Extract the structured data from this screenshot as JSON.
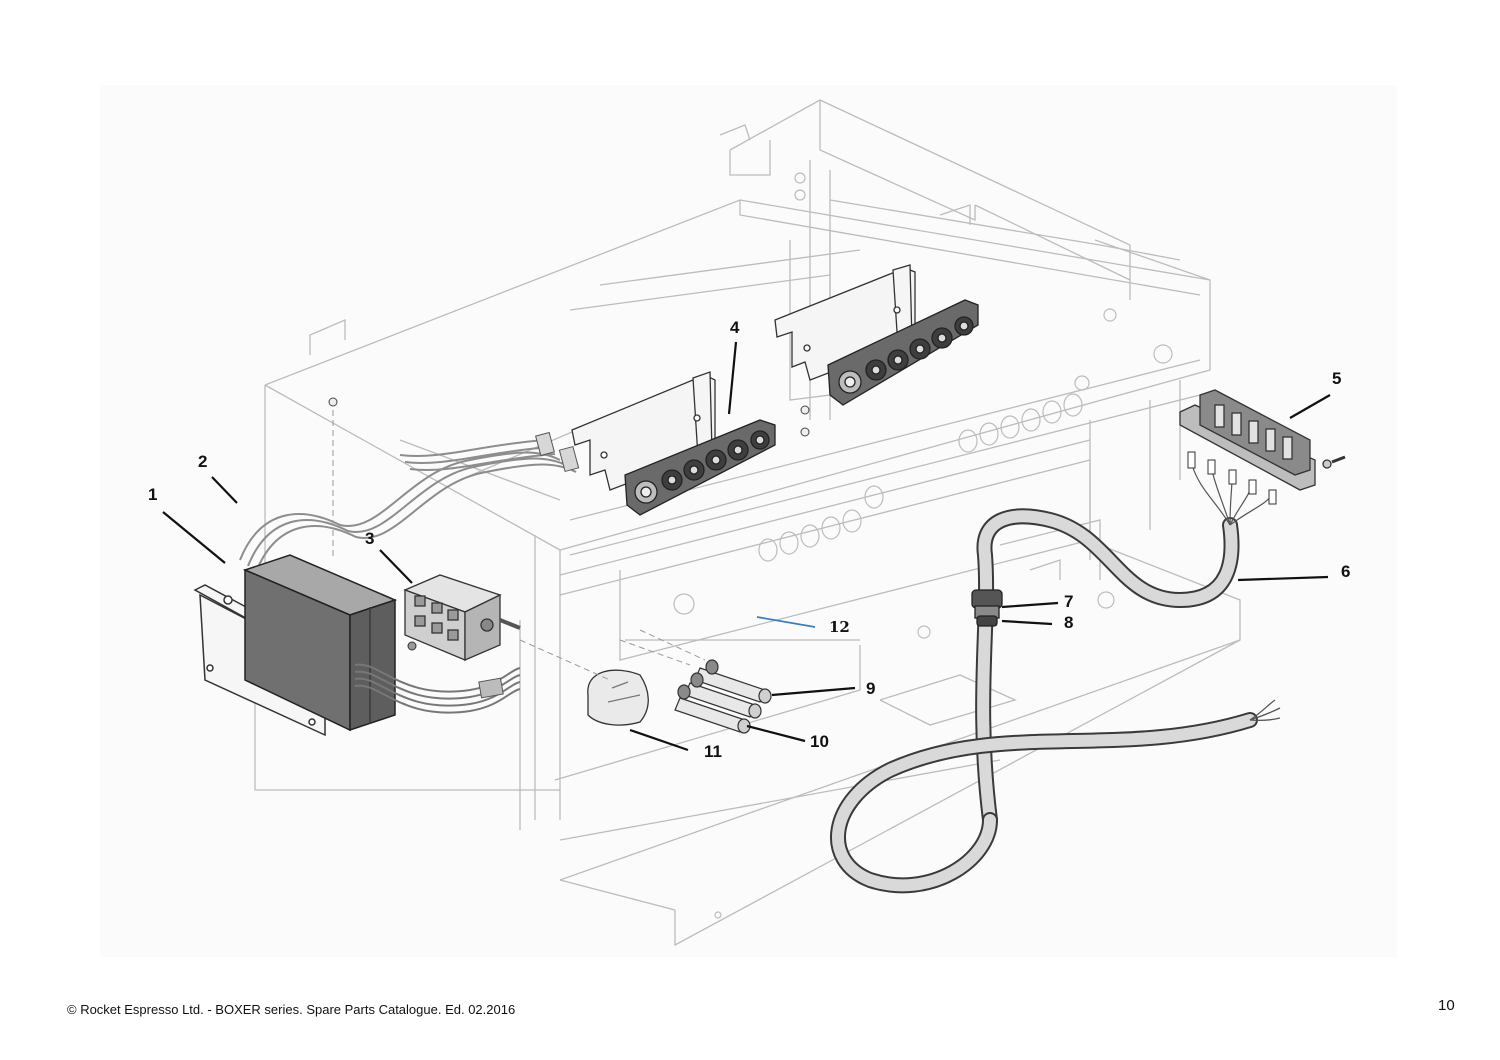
{
  "footer": {
    "copyright": "© Rocket Espresso  Ltd. - BOXER series. Spare Parts Catalogue. Ed. 02.2016",
    "page_number": "10"
  },
  "callouts": [
    "1",
    "2",
    "3",
    "4",
    "5",
    "6",
    "7",
    "8",
    "9",
    "10",
    "11",
    "12"
  ],
  "colors": {
    "line": "#b9b9b9",
    "dark_line": "#333333",
    "part_dark": "#5f5f5f",
    "part_mid": "#8a8a8a",
    "part_light": "#d9d9d9",
    "leader": "#111111",
    "leader_blue": "#3a7fc2",
    "cable": "#c8c8c8"
  }
}
